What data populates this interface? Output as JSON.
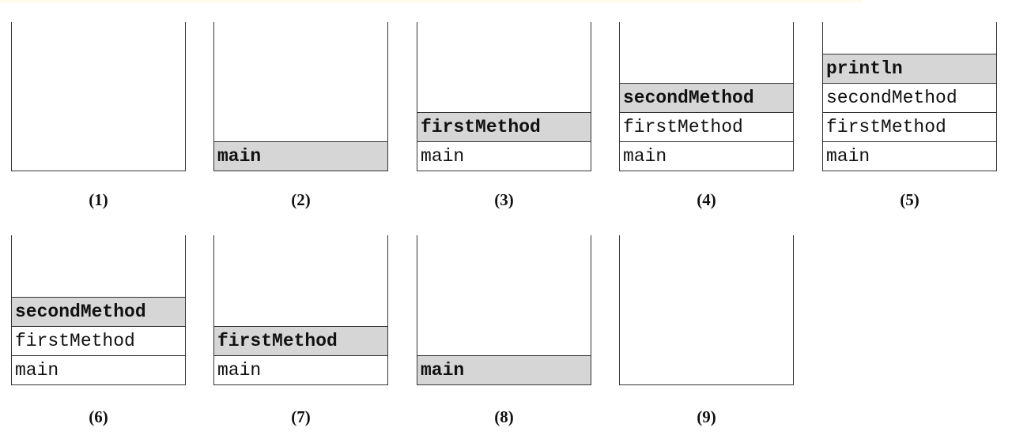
{
  "stacks": [
    {
      "caption": "(1)",
      "frames": []
    },
    {
      "caption": "(2)",
      "frames": [
        {
          "label": "main",
          "active": true
        }
      ]
    },
    {
      "caption": "(3)",
      "frames": [
        {
          "label": "firstMethod",
          "active": true
        },
        {
          "label": "main",
          "active": false
        }
      ]
    },
    {
      "caption": "(4)",
      "frames": [
        {
          "label": "secondMethod",
          "active": true
        },
        {
          "label": "firstMethod",
          "active": false
        },
        {
          "label": "main",
          "active": false
        }
      ]
    },
    {
      "caption": "(5)",
      "frames": [
        {
          "label": "println",
          "active": true
        },
        {
          "label": "secondMethod",
          "active": false
        },
        {
          "label": "firstMethod",
          "active": false
        },
        {
          "label": "main",
          "active": false
        }
      ]
    },
    {
      "caption": "(6)",
      "frames": [
        {
          "label": "secondMethod",
          "active": true
        },
        {
          "label": "firstMethod",
          "active": false
        },
        {
          "label": "main",
          "active": false
        }
      ]
    },
    {
      "caption": "(7)",
      "frames": [
        {
          "label": "firstMethod",
          "active": true
        },
        {
          "label": "main",
          "active": false
        }
      ]
    },
    {
      "caption": "(8)",
      "frames": [
        {
          "label": "main",
          "active": true
        }
      ]
    },
    {
      "caption": "(9)",
      "frames": []
    }
  ]
}
